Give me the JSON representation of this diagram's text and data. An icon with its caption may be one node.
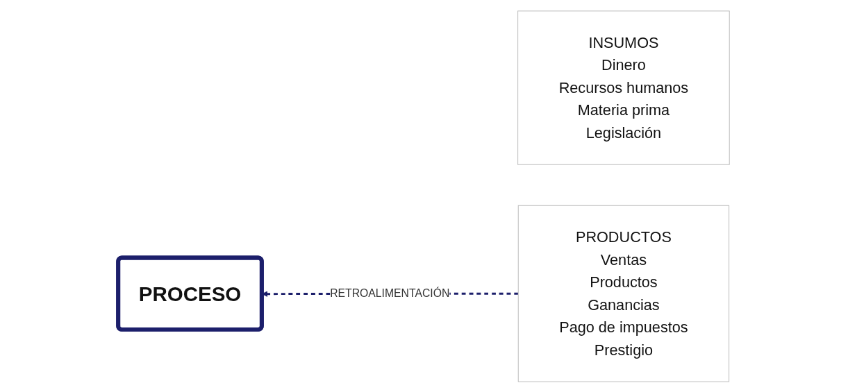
{
  "diagram": {
    "nodes": [
      {
        "text": [
          "INSUMOS",
          "Dinero",
          "Recursos humanos",
          "Materia prima",
          "Legislación"
        ]
      },
      {
        "text": [
          "PROCESO"
        ]
      },
      {
        "text": [
          "PRODUCTOS",
          "Ventas",
          "Productos",
          "Ganancias",
          "Pago de impuestos",
          "Prestigio"
        ]
      }
    ],
    "edges": [
      {
        "from": 2,
        "to": 1,
        "arrow": "to",
        "label": "RETROALIMENTACIÓN",
        "style": "dashed"
      }
    ]
  }
}
